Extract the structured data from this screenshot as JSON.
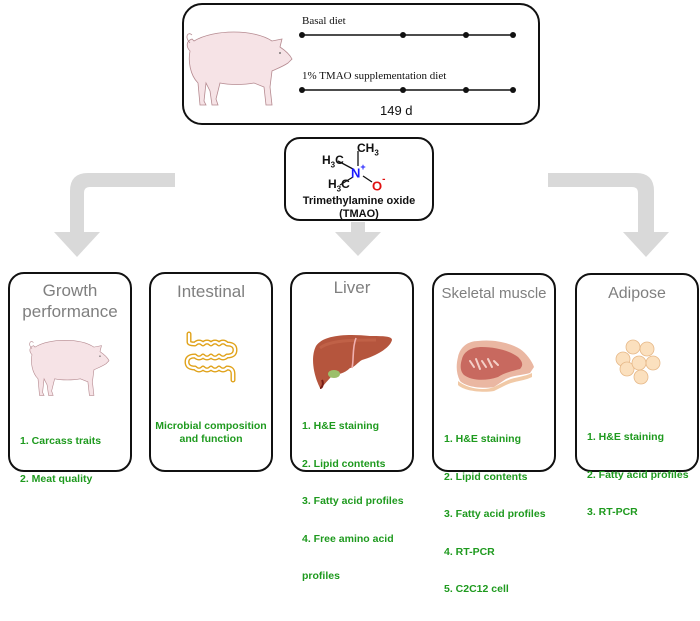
{
  "top_panel": {
    "subject_icon": "pig-icon",
    "groups": [
      {
        "label": "Basal diet",
        "timepoints": 4
      },
      {
        "label": "1% TMAO supplementation diet",
        "timepoints": 4
      }
    ],
    "duration_label": "149 d"
  },
  "compound": {
    "formula_parts": {
      "methyl_top": "CH",
      "methyl_top_sub": "3",
      "methyl_left1": "H",
      "methyl_left1_sub": "3",
      "methyl_left1_c": "C",
      "methyl_left2": "H",
      "methyl_left2_sub": "3",
      "methyl_left2_c": "C",
      "nitrogen": "N",
      "nitrogen_charge": "+",
      "oxygen": "O",
      "oxygen_charge": "-"
    },
    "name": "Trimethylamine oxide",
    "abbreviation": "(TMAO)",
    "colors": {
      "nitrogen": "#1a1aff",
      "oxygen": "#e01010"
    }
  },
  "colors": {
    "arrow": "#d9d9d9",
    "title": "#7f7f7f",
    "list_text": "#1e9a1e",
    "border": "#111111"
  },
  "panels": [
    {
      "id": "growth",
      "title_line1": "Growth",
      "title_line2": "performance",
      "icon": "pig-icon",
      "items": [
        "1.    Carcass traits",
        "2.    Meat quality"
      ]
    },
    {
      "id": "intestinal",
      "title_line1": "Intestinal",
      "icon": "intestine-icon",
      "items": [
        "Microbial composition",
        "and function"
      ]
    },
    {
      "id": "liver",
      "title_line1": "Liver",
      "icon": "liver-icon",
      "items": [
        "1. H&E staining",
        "2. Lipid contents",
        "3. Fatty acid profiles",
        "4. Free amino acid",
        "   profiles"
      ]
    },
    {
      "id": "skeletal",
      "title_line1": "Skeletal muscle",
      "icon": "meat-icon",
      "items": [
        "1. H&E staining",
        "2. Lipid contents",
        "3. Fatty acid profiles",
        "4. RT-PCR",
        "5. C2C12 cell"
      ]
    },
    {
      "id": "adipose",
      "title_line1": "Adipose",
      "icon": "adipocytes-icon",
      "items": [
        "1. H&E staining",
        "2. Fatty acid profiles",
        "3. RT-PCR"
      ]
    }
  ]
}
